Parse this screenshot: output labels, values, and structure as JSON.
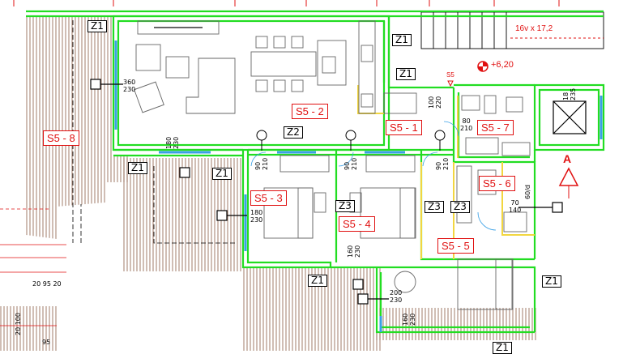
{
  "rooms": {
    "s5_1": "S5 - 1",
    "s5_2": "S5 - 2",
    "s5_3": "S5 - 3",
    "s5_4": "S5 - 4",
    "s5_5": "S5 - 5",
    "s5_6": "S5 - 6",
    "s5_7": "S5 - 7",
    "s5_8": "S5 - 8"
  },
  "zones": {
    "z1": "Z1",
    "z2": "Z2",
    "z3": "Z3"
  },
  "dimensions": {
    "d360_230": [
      "360",
      "230"
    ],
    "d180_230_living": [
      "180",
      "230"
    ],
    "d90_210_a": [
      "90",
      "210"
    ],
    "d90_210_b": [
      "90",
      "210"
    ],
    "d90_210_c": [
      "90",
      "210"
    ],
    "d180_230_bed": [
      "180",
      "230"
    ],
    "d100_220": [
      "100",
      "220"
    ],
    "d80_210": [
      "80",
      "210"
    ],
    "d18_235": [
      "18",
      "235"
    ],
    "d70_140": [
      "70",
      "140"
    ],
    "d60_d": "60/d",
    "d160_230_a": [
      "160",
      "230"
    ],
    "d200_230": [
      "200",
      "230"
    ],
    "d160_230_b": [
      "160",
      "230"
    ],
    "d_stack": [
      "20",
      "95",
      "20"
    ],
    "d_side_a": "95",
    "d_side_v": "100",
    "d_side_v2": "20 100"
  },
  "elevation": "+6,20",
  "stair_note": "16v x 17,2",
  "section_marker": "A",
  "door_tag": "S5",
  "colors": {
    "wall_green": "#22dd22",
    "label_red": "#e01010",
    "window_blue": "#3aa0e6",
    "wall_yellow": "#f2d640",
    "terrace_hatch": "#8a5a44"
  }
}
